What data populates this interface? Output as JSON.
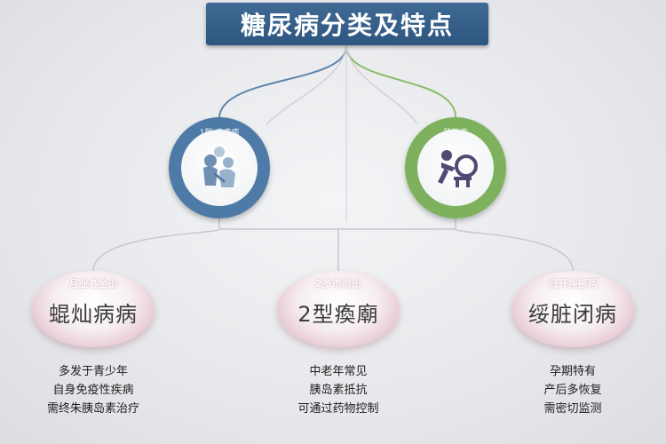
{
  "title": "糖尿病分类及特点",
  "top_nodes": [
    {
      "label": "1型 疾病病",
      "icon": "people-icon"
    },
    {
      "label": "践额病",
      "icon": "person-exercise-icon"
    }
  ],
  "bottom_nodes": [
    {
      "tag": "月业者金山",
      "name": "蜫灿病病",
      "lines": [
        "多发于青少年",
        "自身免疫性疾病",
        "需终朱胰岛素治疗"
      ]
    },
    {
      "tag": "2多市尚山",
      "name": "2型瘓廟",
      "lines": [
        "中老年常见",
        "胰岛素抵抗",
        "可通过药物控制"
      ]
    },
    {
      "tag": "日开疾部两",
      "name": "绥脏闭病",
      "lines": [
        "孕期特有",
        "产后多恢复",
        "需密切监测"
      ]
    }
  ],
  "colors": {
    "title_bg": "#2d5680",
    "ring_left": "#4d7aa6",
    "ring_right": "#7eb15d",
    "node_pink": "#d9a9b8"
  }
}
